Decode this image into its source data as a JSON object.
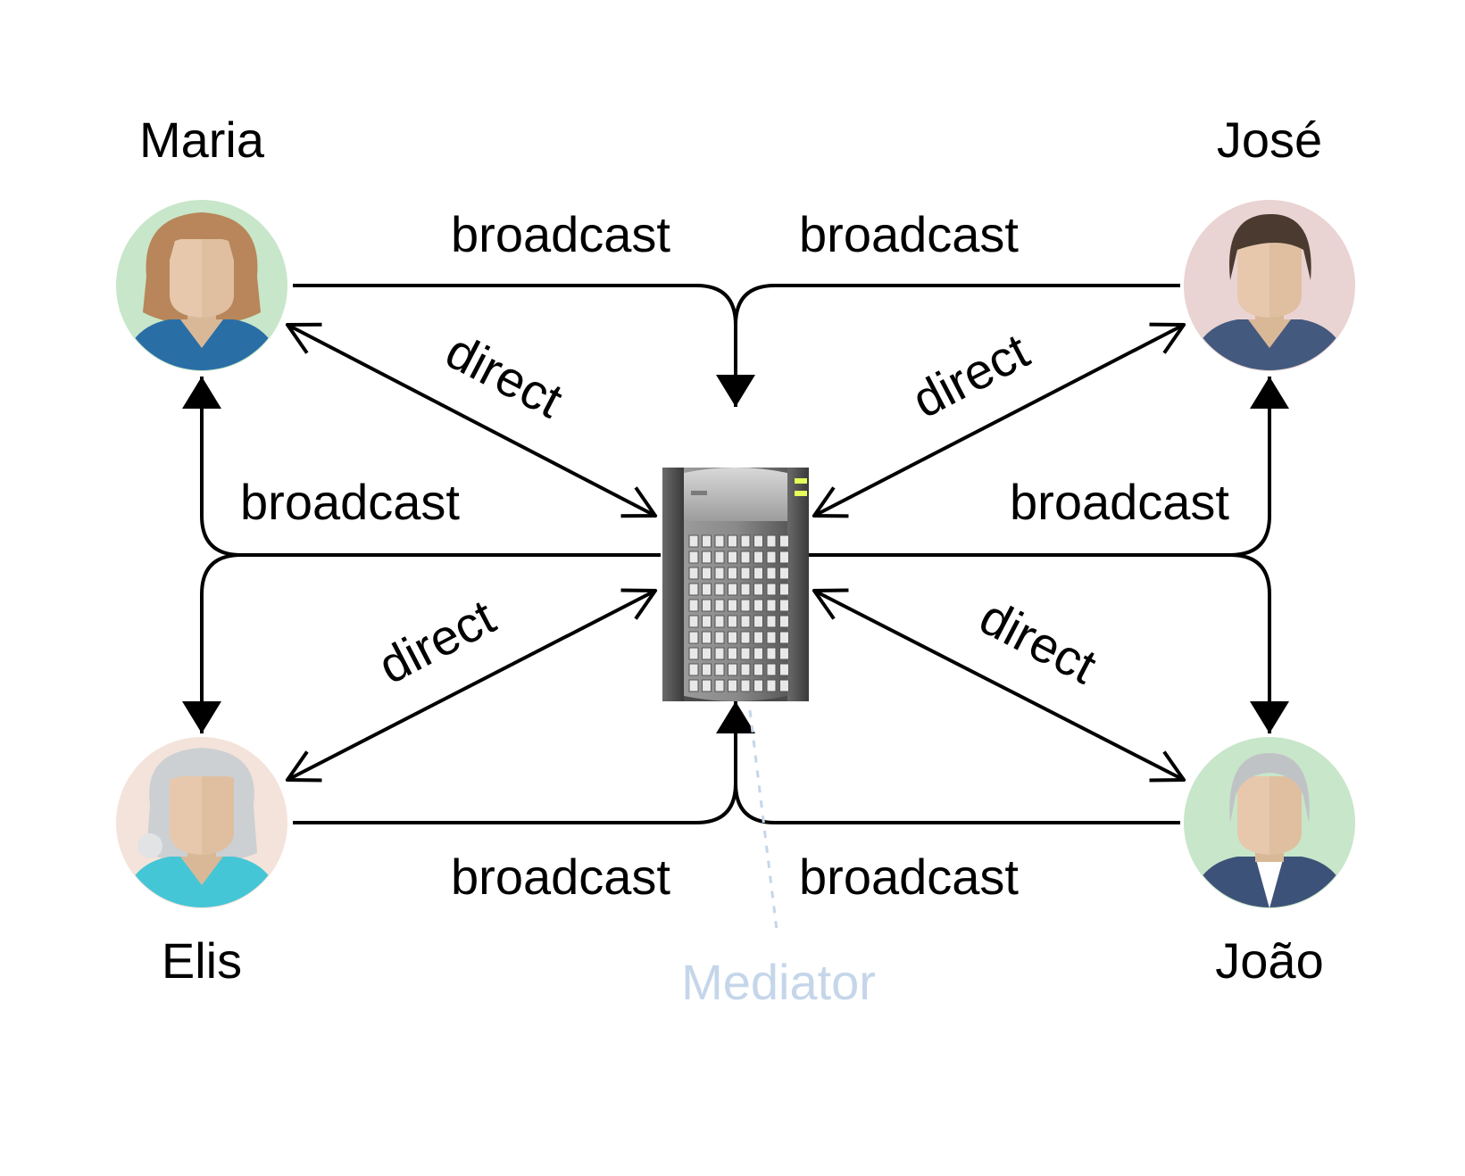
{
  "users": {
    "maria": {
      "name": "Maria",
      "bg": "#c8e6c9",
      "hair": "#b8865a",
      "shirt": "#2a6ea6"
    },
    "jose": {
      "name": "José",
      "bg": "#ead3d3",
      "hair": "#4a3a30",
      "shirt": "#44597e"
    },
    "elis": {
      "name": "Elis",
      "bg": "#f4e3da",
      "hair": "#cdd0d3",
      "shirt": "#45c6d6"
    },
    "joao": {
      "name": "João",
      "bg": "#c8e6c9",
      "hair": "#c0c3c6",
      "shirt": "#3d5278"
    }
  },
  "edges": {
    "maria_broadcast_top": "broadcast",
    "jose_broadcast_top": "broadcast",
    "maria_broadcast_side": "broadcast",
    "jose_broadcast_side": "broadcast",
    "elis_broadcast_bottom": "broadcast",
    "joao_broadcast_bottom": "broadcast",
    "maria_direct": "direct",
    "jose_direct": "direct",
    "elis_direct": "direct",
    "joao_direct": "direct"
  },
  "mediator": {
    "label": "Mediator",
    "label_color": "#c5d6ea",
    "icon": "server-icon"
  }
}
